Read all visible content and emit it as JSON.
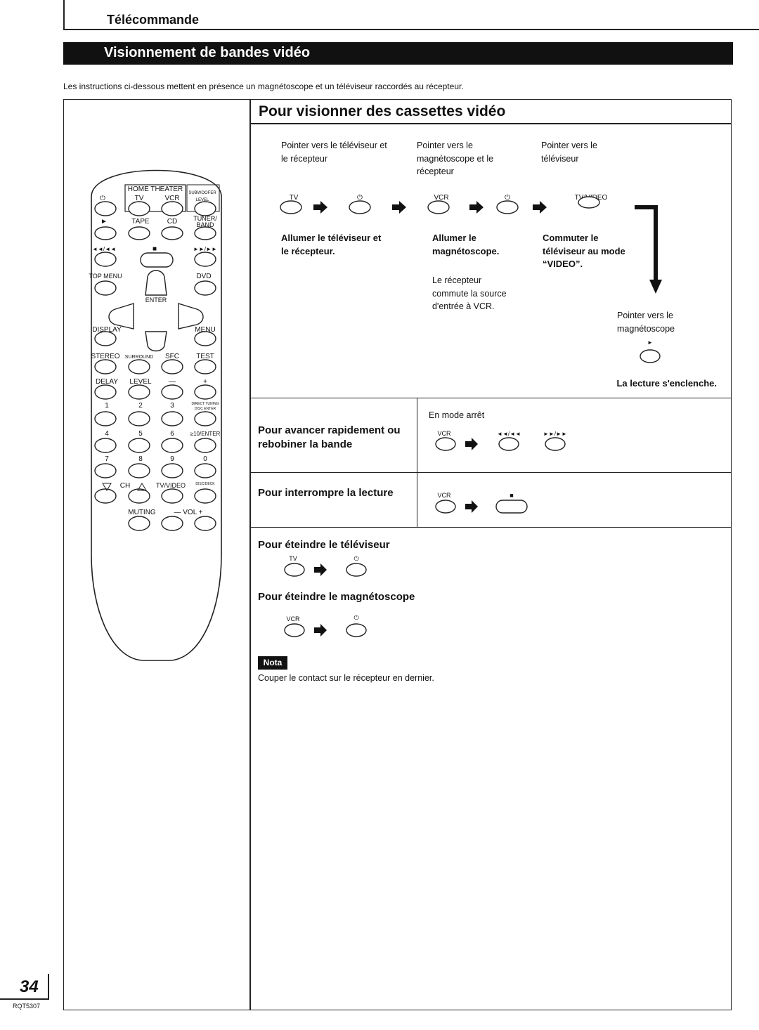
{
  "header": {
    "title": "Télécommande"
  },
  "banner": {
    "title": "Visionnement de bandes vidéo"
  },
  "intro": "Les instructions ci-dessous mettent en présence un magnétoscope et un téléviseur raccordés au récepteur.",
  "section": {
    "title": "Pour visionner des cassettes vidéo",
    "steps": [
      {
        "point": "Pointer vers le téléviseur et le récepteur",
        "buttons": [
          "TV",
          "⏻"
        ],
        "action": "Allumer le téléviseur et le récepteur."
      },
      {
        "point": "Pointer vers le magnétoscope et le récepteur",
        "buttons": [
          "VCR",
          "⏻"
        ],
        "action": "Allumer le magnétoscope.",
        "note": "Le récepteur commute la source d'entrée à VCR."
      },
      {
        "point": "Pointer vers le téléviseur",
        "buttons": [
          "TV/VIDEO"
        ],
        "action": "Commuter le téléviseur au mode “VIDEO”."
      }
    ],
    "final_point": "Pointer vers le magnétoscope",
    "final_button": "►",
    "final_action": "La lecture s'enclenche."
  },
  "rows": [
    {
      "label": "Pour avancer rapidement ou rebobiner la bande",
      "condition": "En mode arrêt",
      "buttons": [
        "VCR",
        "◄◄/◄◄",
        "►►/►►"
      ]
    },
    {
      "label": "Pour interrompre la lecture",
      "buttons": [
        "VCR",
        "■"
      ]
    }
  ],
  "off": [
    {
      "label": "Pour éteindre le téléviseur",
      "buttons": [
        "TV",
        "⏻"
      ]
    },
    {
      "label": "Pour éteindre le magnétoscope",
      "buttons": [
        "VCR",
        "⏻"
      ]
    }
  ],
  "nota": {
    "label": "Nota",
    "text": "Couper le contact sur le récepteur en dernier."
  },
  "remote": {
    "labels": {
      "home_theater": "HOME THEATER",
      "tv": "TV",
      "vcr": "VCR",
      "subwoofer": "SUBWOOFER",
      "level_small": "LEVEL",
      "play": "►",
      "tape": "TAPE",
      "cd": "CD",
      "tuner": "TUNER/",
      "band": "BAND",
      "rew": "◄◄/◄◄",
      "stop": "■",
      "ff": "►►/►►",
      "top_menu": "TOP MENU",
      "dvd": "DVD",
      "enter": "ENTER",
      "display": "DISPLAY",
      "menu": "MENU",
      "stereo": "STEREO",
      "surround": "SURROUND",
      "sfc": "SFC",
      "test": "TEST",
      "delay": "DELAY",
      "level": "LEVEL",
      "minus": "—",
      "plus": "+",
      "n1": "1",
      "n2": "2",
      "n3": "3",
      "direct": "DIRECT TUNING",
      "disc_enter": "DISC ENTER",
      "n4": "4",
      "n5": "5",
      "n6": "6",
      "ten_enter": "≥10/ENTER",
      "n7": "7",
      "n8": "8",
      "n9": "9",
      "n0": "0",
      "ch": "CH",
      "tvvideo": "TV/VIDEO",
      "disc": "DISC/DECK",
      "muting": "MUTING",
      "vol": "— VOL +"
    }
  },
  "page": {
    "number": "34",
    "code": "RQT5307"
  }
}
